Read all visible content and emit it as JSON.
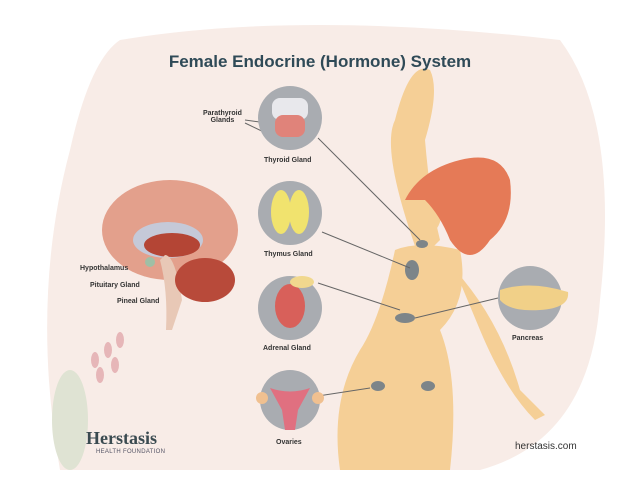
{
  "title": "Female Endocrine (Hormone) System",
  "labels": {
    "parathyroid": "Parathyroid\nGlands",
    "parathyroid_line1": "Parathyroid",
    "parathyroid_line2": "Glands",
    "thyroid": "Thyroid Gland",
    "thymus": "Thymus Gland",
    "adrenal": "Adrenal Gland",
    "ovaries": "Ovaries",
    "pancreas": "Pancreas",
    "hypothalamus": "Hypothalamus",
    "pituitary": "Pituitary Gland",
    "pineal": "Pineal Gland"
  },
  "logo": {
    "name": "Herstasis",
    "subtitle": "HEALTH FOUNDATION"
  },
  "website": "herstasis.com",
  "colors": {
    "background_blob": "#f8ece7",
    "body": "#f5cf96",
    "hair": "#e57a57",
    "gland_circle": "#a9acb1",
    "title": "#2f4a57"
  }
}
